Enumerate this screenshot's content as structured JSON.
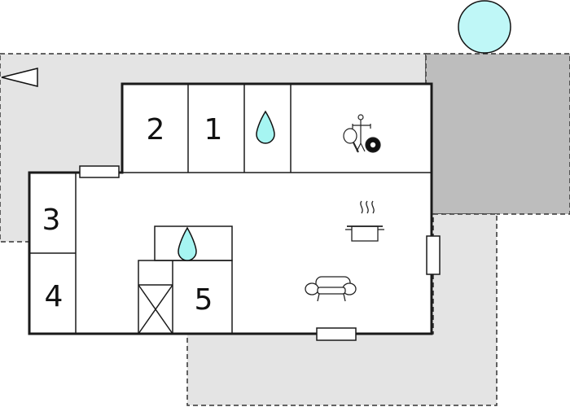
{
  "rooms": {
    "room_2": "2",
    "room_1": "1",
    "room_3": "3",
    "room_4": "4",
    "room_5": "5"
  },
  "icons": {
    "sun": "sun-icon",
    "entrance": "entrance-arrow-icon",
    "water": "water-drop-icon",
    "games": "table-tennis-billiards-icon",
    "kitchen": "cooking-pot-icon",
    "living": "sofa-icon",
    "window": "window-icon",
    "stairs": "stairs-icon"
  },
  "colors": {
    "terrace_light": "#e4e4e4",
    "terrace_dark": "#bdbdbd",
    "sun": "#bff7f7",
    "water": "#a6f5f2",
    "walls": "#1a1a1a",
    "background": "#ffffff"
  }
}
